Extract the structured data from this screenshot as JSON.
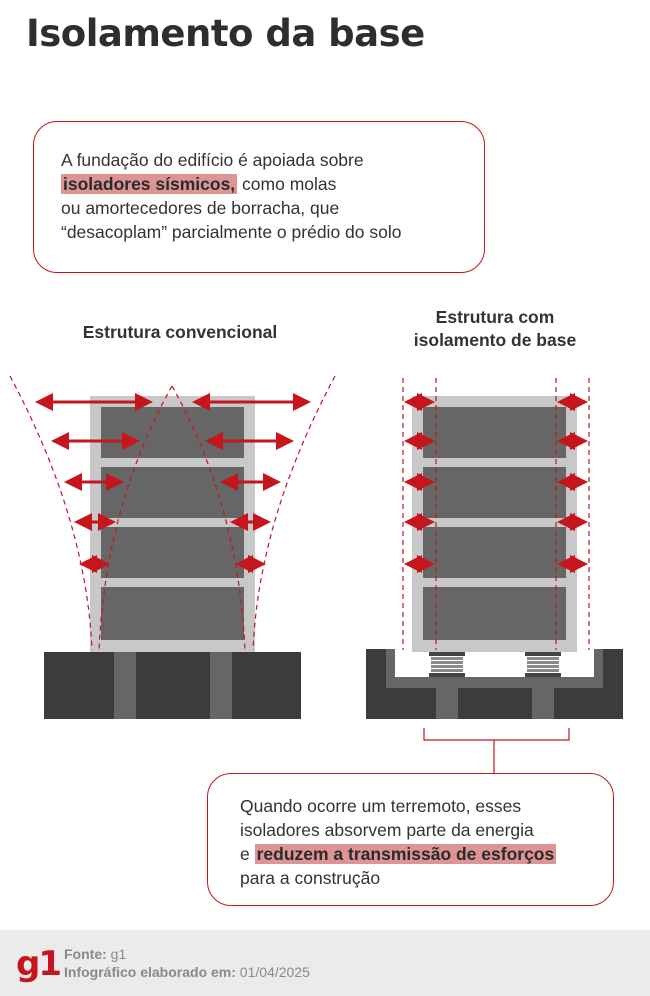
{
  "title": "Isolamento da base",
  "intro": {
    "line1": "A fundação do edifício é apoiada sobre",
    "highlight": "isoladores sísmicos,",
    "line2_rest": " como molas",
    "line3": "ou amortecedores de borracha, que",
    "line4": "“desacoplam” parcialmente o prédio do solo"
  },
  "labels": {
    "left": "Estrutura convencional",
    "right_line1": "Estrutura com",
    "right_line2": "isolamento de base"
  },
  "explanation": {
    "line1": "Quando ocorre um terremoto, esses",
    "line2": "isoladores absorvem parte da energia",
    "line3_prefix": "e ",
    "highlight": "reduzem a transmissão de esforços",
    "line4": "para a construção"
  },
  "footer": {
    "logo": "g1",
    "source_label": "Fonte:",
    "source_value": " g1",
    "made_label": "Infográfico elaborado em:",
    "made_value": " 01/04/2025"
  },
  "colors": {
    "accent": "#c4161c",
    "highlight_bg": "#dc9494",
    "frame": "#c8c8c8",
    "floor": "#666666",
    "ground": "#3c3c3c",
    "footer_bg": "#ebebeb"
  }
}
